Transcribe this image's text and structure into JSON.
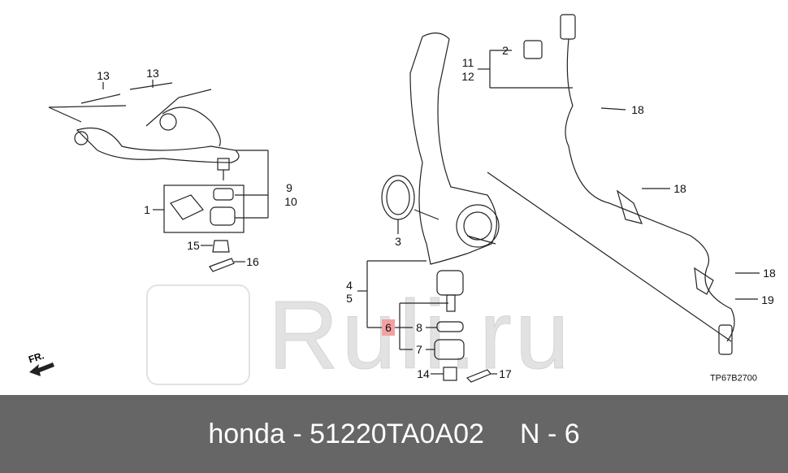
{
  "diagram": {
    "labels": {
      "l13a": "13",
      "l13b": "13",
      "l9": "9",
      "l10": "10",
      "l1": "1",
      "l15": "15",
      "l16": "16",
      "l2": "2",
      "l11": "11",
      "l12": "12",
      "l18a": "18",
      "l18b": "18",
      "l18c": "18",
      "l19": "19",
      "l3": "3",
      "l4": "4",
      "l5": "5",
      "l6": "6",
      "l8": "8",
      "l7": "7",
      "l14": "14",
      "l17": "17"
    },
    "highlighted_label": "6",
    "highlight_color": "#f3a0a0",
    "direction_marker": "FR.",
    "diagram_code": "TP67B2700",
    "watermark": "Ruli.ru"
  },
  "footer": {
    "brand": "honda - 51220TA0A02",
    "position": "N - 6",
    "background": "#666666"
  }
}
